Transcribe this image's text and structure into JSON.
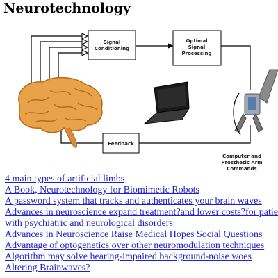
{
  "page": {
    "title": "Neurotechnology"
  },
  "diagram": {
    "signal_conditioning": [
      "Signal",
      "Conditioning"
    ],
    "optimal_processing": [
      "Optimal",
      "Signal",
      "Processing"
    ],
    "feedback": "Feedback",
    "arm_commands": [
      "Computer and",
      "Prosthetic Arm",
      "Commands"
    ]
  },
  "links": [
    {
      "text": "4 main types of artificial limbs"
    },
    {
      "text": "A Book, Neurotechnology for Biomimetic Robots"
    },
    {
      "text": "A password system that tracks and authenticates your brain waves"
    },
    {
      "text": "Advances in neuroscience expand treatment?and lower costs?for patients"
    },
    {
      "text": "with psychiatric and neurological disorders"
    },
    {
      "text": "Advances in Neuroscience Raise Medical Hopes Social Questions"
    },
    {
      "text": "Advantage of optogenetics over other neuromodulation techniques"
    },
    {
      "text": "Algorithm may solve hearing-impaired background-noise woes"
    },
    {
      "text": "Altering Brainwaves?"
    }
  ],
  "colors": {
    "link": "#1f1fd1",
    "brain": "#e8a24a",
    "brain_dark": "#b8681c"
  }
}
